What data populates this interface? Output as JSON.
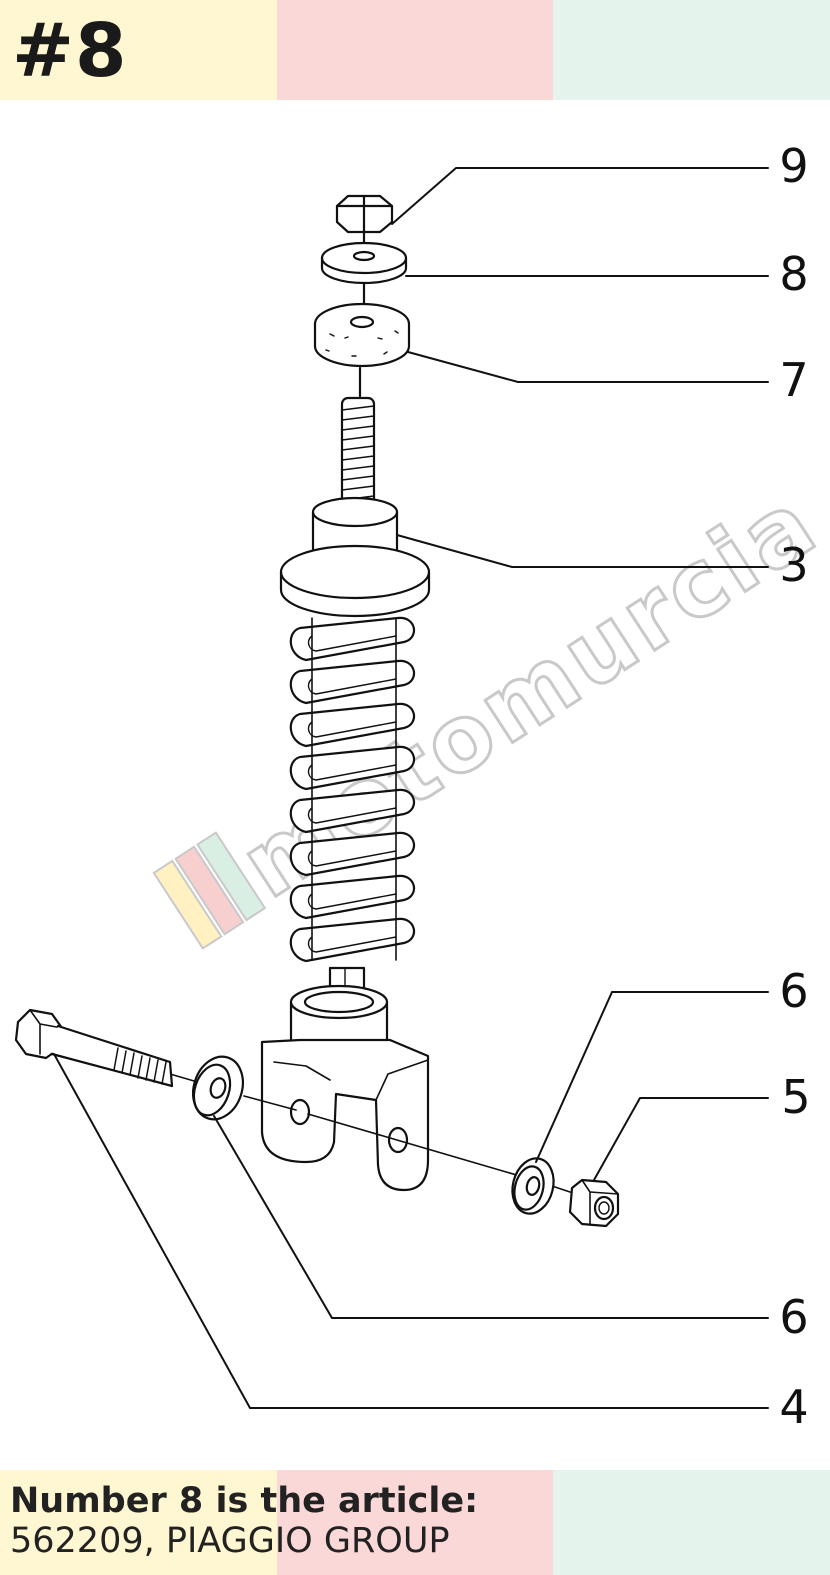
{
  "colors": {
    "band_yellow": "#fff6d2",
    "band_pink": "#fbd8d8",
    "band_green": "#e4f3ec",
    "line": "#111111"
  },
  "header": {
    "title": "#8"
  },
  "watermark": {
    "text": "motomurcia"
  },
  "callouts": [
    "9",
    "8",
    "7",
    "3",
    "6",
    "5",
    "6",
    "4"
  ],
  "caption": {
    "line1": "Number 8 is the article:",
    "line2": "562209, PIAGGIO GROUP"
  }
}
